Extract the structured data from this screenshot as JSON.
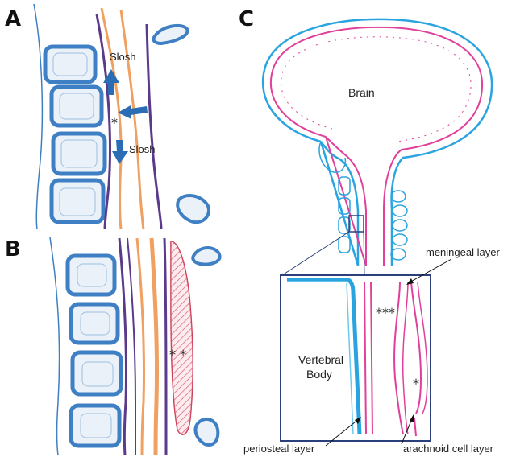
{
  "panels": {
    "a": {
      "letter": "A",
      "slosh_top": "Slosh",
      "slosh_bottom": "Slosh",
      "asterisk": "*"
    },
    "b": {
      "letter": "B",
      "asterisks": "* *"
    },
    "c": {
      "letter": "C",
      "brain_label": "Brain",
      "vertebral_label_line1": "Vertebral",
      "vertebral_label_line2": "Body",
      "triple_asterisk": "***",
      "single_asterisk": "*",
      "meningeal_label": "meningeal layer",
      "periosteal_label": "periosteal layer",
      "arachnoid_label": "arachnoid cell layer"
    }
  },
  "colors": {
    "bone_blue": "#3f7fc4",
    "dura_blue": "#2aa4e0",
    "purple": "#5b3a8c",
    "orange": "#f0a060",
    "pink": "#e0409a",
    "arrow_blue": "#2a6db5",
    "frame": "#2b3f7a"
  }
}
